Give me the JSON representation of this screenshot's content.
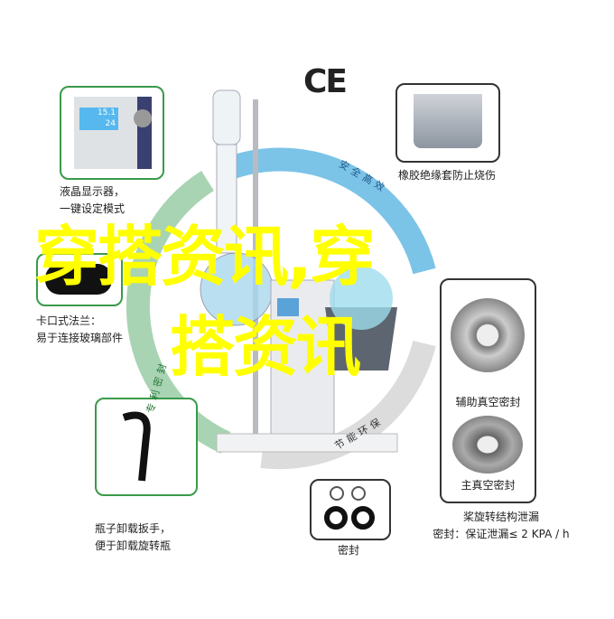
{
  "mark": "CE",
  "features": {
    "lcd": {
      "line1": "液晶显示器，",
      "line2": "一键设定模式",
      "display_value1": "15.1",
      "display_value2": "24"
    },
    "rubber": {
      "caption": "橡胶绝缘套防止烧伤"
    },
    "flange": {
      "line1": "卡口式法兰：",
      "line2": "易于连接玻璃部件"
    },
    "wrench": {
      "line1": "瓶子卸载扳手，",
      "line2": "便于卸载旋转瓶"
    },
    "seal": {
      "caption": "密封"
    },
    "aux_seal": {
      "caption": "辅助真空密封"
    },
    "main_seal": {
      "caption": "主真空密封"
    },
    "leak": {
      "line1": "桨旋转结构泄漏",
      "line2": "密封：保证泄漏≤ 2 KPA / h"
    }
  },
  "ring": {
    "top": "安全高效",
    "left": "专利密封",
    "bottom": "节能环保",
    "colors": {
      "top": "#7cc3e8",
      "left": "#a9d4b3",
      "bottom": "#dcdcdc"
    }
  },
  "overlay": {
    "line1": "穿搭资讯,穿",
    "line2": "搭资讯",
    "color": "#ffff00"
  }
}
